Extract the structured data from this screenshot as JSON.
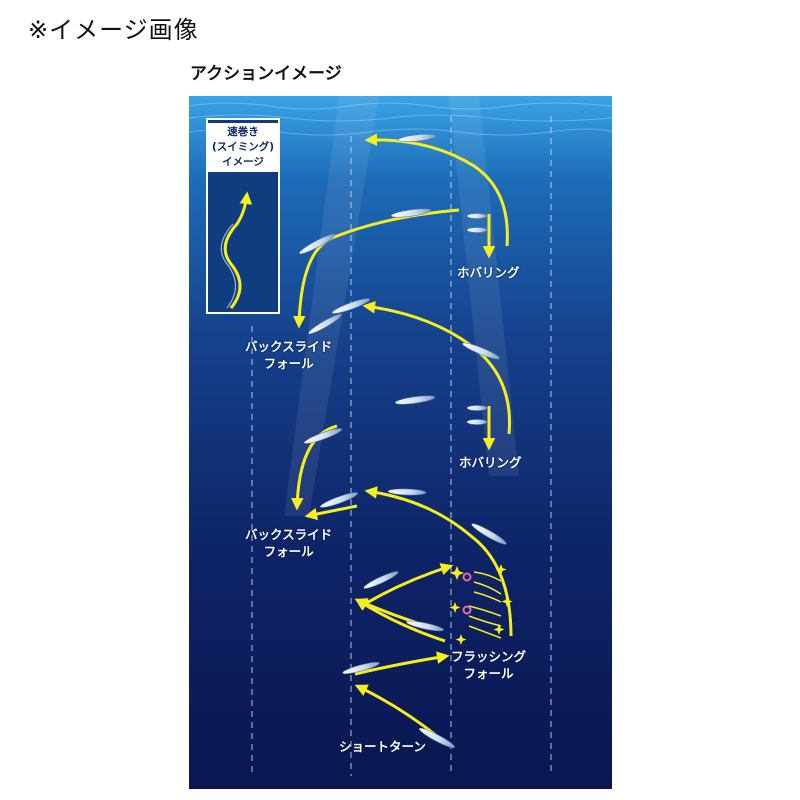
{
  "note": "※イメージ画像",
  "subtitle": "アクションイメージ",
  "inset": {
    "line1": "速巻き",
    "line2": "(スイミング)",
    "line3": "イメージ"
  },
  "labels": {
    "hovering_1": "ホバリング",
    "backslide_1_line1": "バックスライド",
    "backslide_1_line2": "フォール",
    "hovering_2": "ホバリング",
    "backslide_2_line1": "バックスライド",
    "backslide_2_line2": "フォール",
    "flashing_line1": "フラッシング",
    "flashing_line2": "フォール",
    "short_turn": "ショートターン"
  },
  "colors": {
    "arrow": "#f4ee1e",
    "water_top": "#2a8fd8",
    "water_bottom": "#0b1a55",
    "label": "#ffffff"
  },
  "icons": [
    "lure-icon",
    "arrow-icon",
    "sparkle-icon",
    "ring-icon"
  ]
}
